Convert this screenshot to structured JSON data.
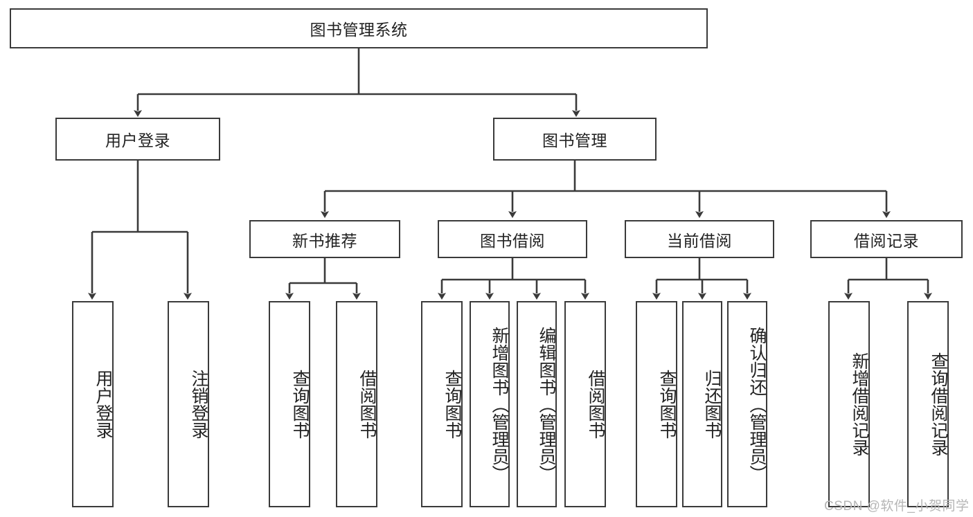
{
  "diagram": {
    "type": "tree-hierarchy",
    "title": "图书管理系统",
    "watermark": "CSDN @软件_小贺同学",
    "colors": {
      "stroke": "#3a3a3a",
      "background": "#ffffff",
      "text": "#222222",
      "watermark": "#b6b6b6"
    },
    "root": {
      "label": "图书管理系统"
    },
    "level1": [
      {
        "label": "用户登录"
      },
      {
        "label": "图书管理"
      }
    ],
    "level2": [
      {
        "label": "新书推荐"
      },
      {
        "label": "图书借阅"
      },
      {
        "label": "当前借阅"
      },
      {
        "label": "借阅记录"
      }
    ],
    "leaves": {
      "user_login": [
        {
          "label": "用户登录"
        },
        {
          "label": "注销登录"
        }
      ],
      "new_book_recommend": [
        {
          "label": "查询图书"
        },
        {
          "label": "借阅图书"
        }
      ],
      "book_borrow": [
        {
          "label": "查询图书"
        },
        {
          "label": "新增图书（管理员）"
        },
        {
          "label": "编辑图书（管理员）"
        },
        {
          "label": "借阅图书"
        }
      ],
      "current_borrow": [
        {
          "label": "查询图书"
        },
        {
          "label": "归还图书"
        },
        {
          "label": "确认归还（管理员）"
        }
      ],
      "borrow_record": [
        {
          "label": "新增借阅记录"
        },
        {
          "label": "查询借阅记录"
        }
      ]
    }
  }
}
